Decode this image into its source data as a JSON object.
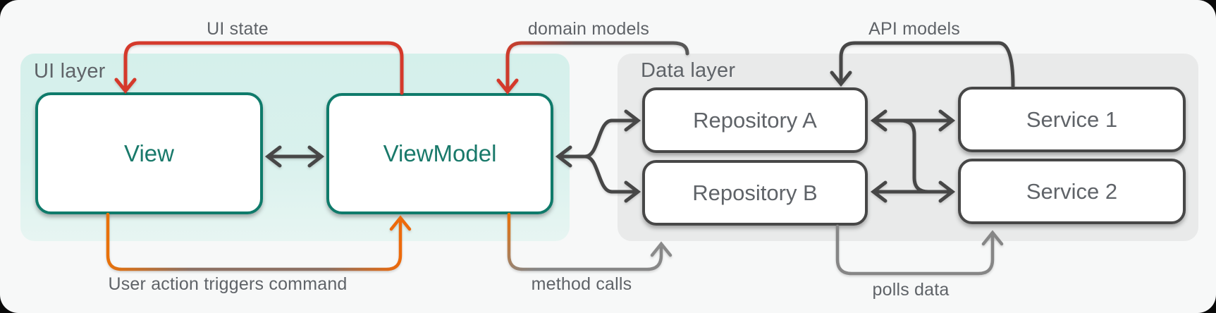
{
  "colors": {
    "card_bg": "#f7f8f8",
    "ui_band_mint": "#d9f1ed",
    "data_band_gray": "#e9eaea",
    "teal_accent": "#0f7b6b",
    "dark_gray_arrow": "#474747",
    "label_gray": "#5f6368",
    "red_arrow": "#d5392b",
    "orange_arrow": "#e8710a",
    "brown_arrow": "#8d7164",
    "light_gray_arrow": "#868686"
  },
  "layers": {
    "ui": {
      "label": "UI layer"
    },
    "data": {
      "label": "Data layer"
    }
  },
  "nodes": {
    "view": {
      "label": "View"
    },
    "viewmodel": {
      "label": "ViewModel"
    },
    "repository_a": {
      "label": "Repository A"
    },
    "repository_b": {
      "label": "Repository B"
    },
    "service_1": {
      "label": "Service 1"
    },
    "service_2": {
      "label": "Service 2"
    }
  },
  "annotations": {
    "ui_state": "UI state",
    "domain_models": "domain models",
    "api_models": "API models",
    "user_action": "User action triggers command",
    "method_calls": "method calls",
    "polls_data": "polls data"
  }
}
